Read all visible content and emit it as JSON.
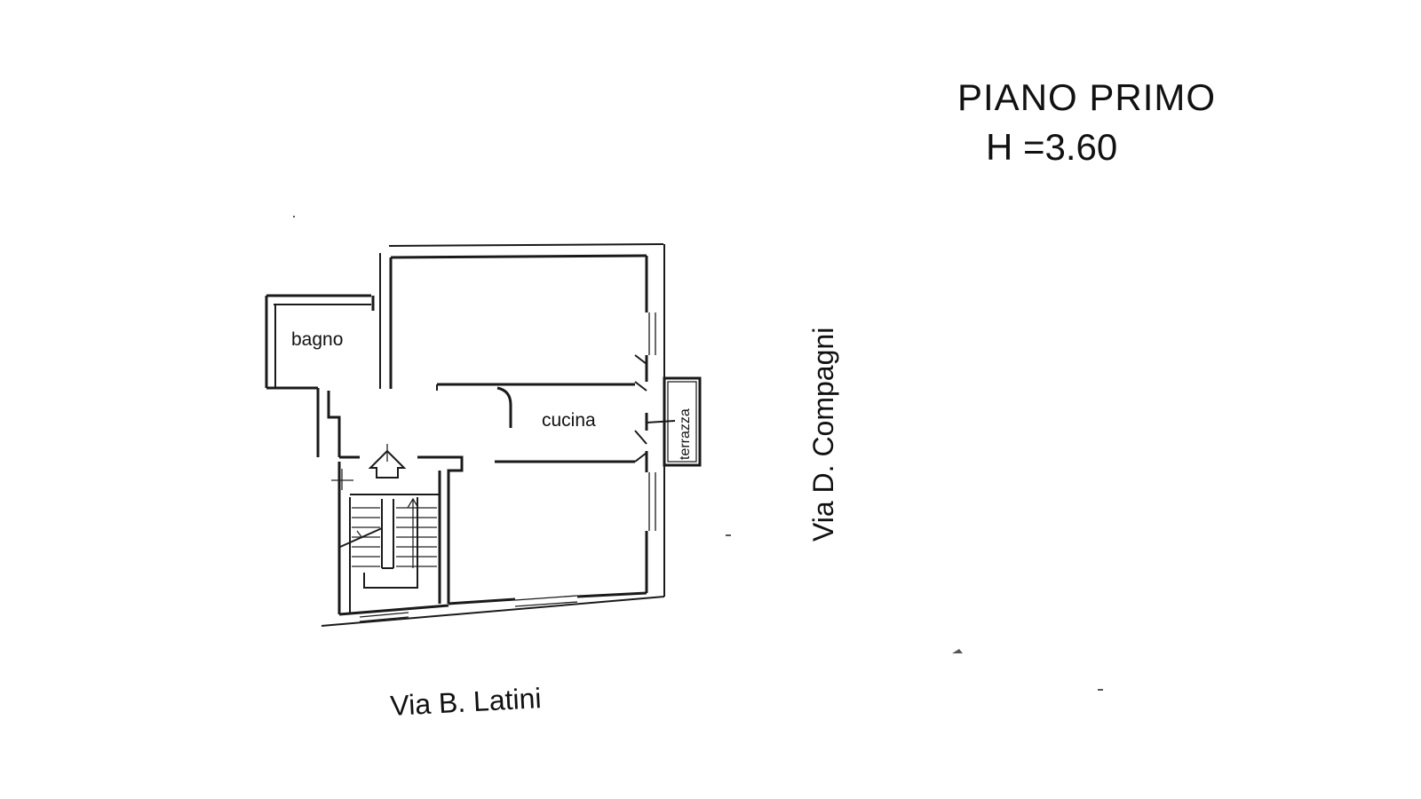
{
  "header": {
    "floor_title": "PIANO PRIMO",
    "height_label": "H =3.60"
  },
  "rooms": {
    "bathroom": "bagno",
    "kitchen": "cucina",
    "terrace": "terrazza"
  },
  "streets": {
    "east": "Via D. Compagni",
    "south": "Via B. Latini"
  },
  "colors": {
    "ink": "#111111",
    "paper": "#ffffff"
  }
}
